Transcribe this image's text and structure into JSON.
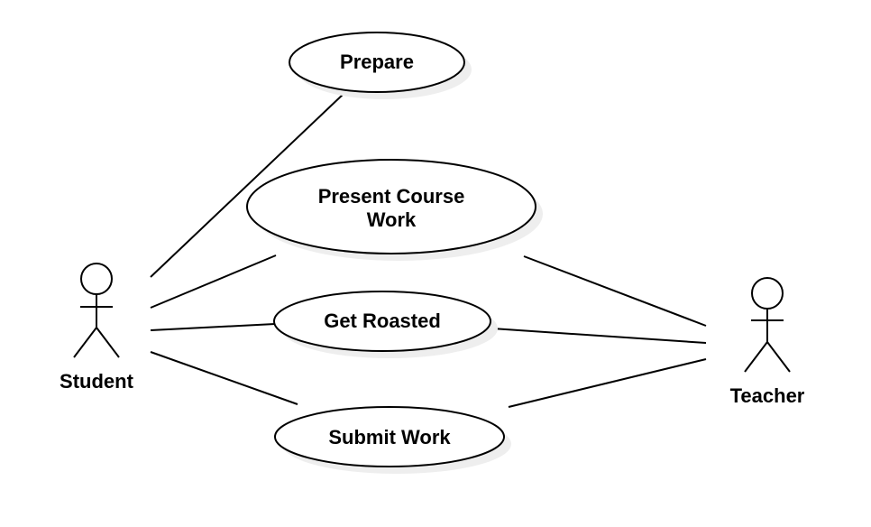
{
  "diagram": {
    "type": "uml-use-case",
    "actors": {
      "student": {
        "label": "Student"
      },
      "teacher": {
        "label": "Teacher"
      }
    },
    "use_cases": {
      "prepare": {
        "lines": [
          "Prepare"
        ]
      },
      "present_course_work": {
        "lines": [
          "Present Course",
          "Work"
        ]
      },
      "get_roasted": {
        "lines": [
          "Get Roasted"
        ]
      },
      "submit_work": {
        "lines": [
          "Submit Work"
        ]
      }
    },
    "associations": [
      {
        "from": "Student",
        "to": "Prepare"
      },
      {
        "from": "Student",
        "to": "Present Course Work"
      },
      {
        "from": "Student",
        "to": "Get Roasted"
      },
      {
        "from": "Student",
        "to": "Submit Work"
      },
      {
        "from": "Teacher",
        "to": "Present Course Work"
      },
      {
        "from": "Teacher",
        "to": "Get Roasted"
      },
      {
        "from": "Teacher",
        "to": "Submit Work"
      }
    ],
    "colors": {
      "line": "#000000",
      "background": "#ffffff",
      "shadow": "#eeeeee"
    }
  }
}
